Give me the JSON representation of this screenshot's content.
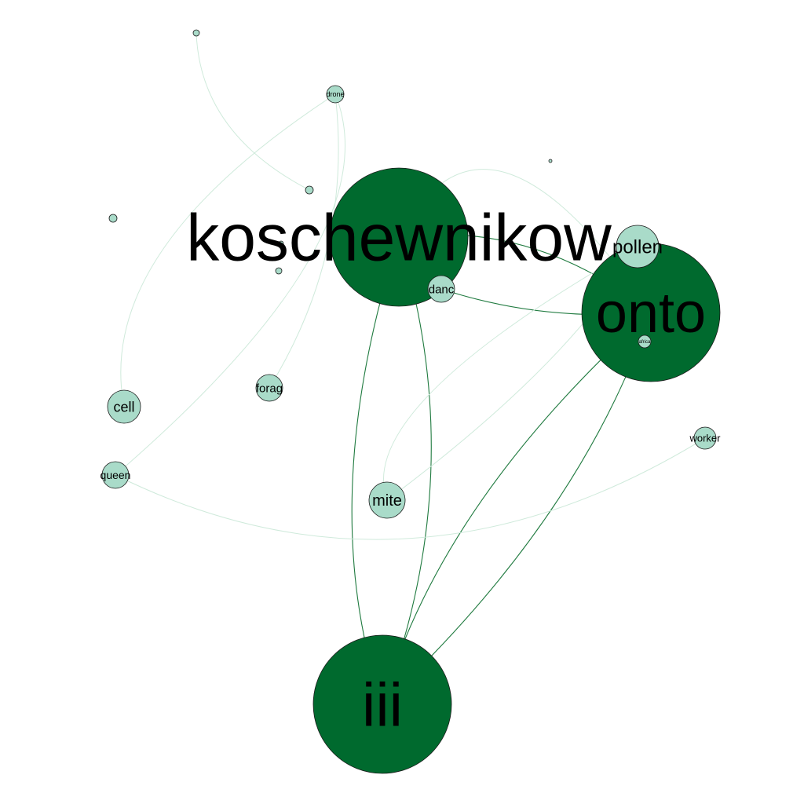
{
  "graph": {
    "colors": {
      "strong_node": "#006a2e",
      "light_node": "#a9dbc9",
      "strong_edge": "#1f7a3f",
      "light_edge": "#cfeadb",
      "label": "#000000"
    },
    "nodes": [
      {
        "id": "koschewnikow",
        "label": "koschewnikow",
        "tier": "strong"
      },
      {
        "id": "onto",
        "label": "onto",
        "tier": "strong"
      },
      {
        "id": "iii",
        "label": "iii",
        "tier": "strong"
      },
      {
        "id": "pollen",
        "label": "pollen",
        "tier": "light"
      },
      {
        "id": "danc",
        "label": "danc",
        "tier": "light"
      },
      {
        "id": "mite",
        "label": "mite",
        "tier": "light"
      },
      {
        "id": "cell",
        "label": "cell",
        "tier": "light"
      },
      {
        "id": "forag",
        "label": "forag",
        "tier": "light"
      },
      {
        "id": "queen",
        "label": "queen",
        "tier": "light"
      },
      {
        "id": "worker",
        "label": "worker",
        "tier": "light"
      },
      {
        "id": "drone",
        "label": "drone",
        "tier": "light"
      },
      {
        "id": "africa",
        "label": "africa",
        "tier": "light"
      },
      {
        "id": "n_top",
        "label": "",
        "tier": "light"
      },
      {
        "id": "n_mid",
        "label": "",
        "tier": "light"
      },
      {
        "id": "n_left",
        "label": "",
        "tier": "light"
      },
      {
        "id": "n_small1",
        "label": "",
        "tier": "light"
      },
      {
        "id": "n_small2",
        "label": "",
        "tier": "light"
      },
      {
        "id": "n_dot",
        "label": "",
        "tier": "light"
      }
    ],
    "edges": [
      {
        "source": "koschewnikow",
        "target": "iii",
        "tier": "strong"
      },
      {
        "source": "koschewnikow",
        "target": "iii",
        "tier": "strong"
      },
      {
        "source": "koschewnikow",
        "target": "onto",
        "tier": "strong"
      },
      {
        "source": "danc",
        "target": "onto",
        "tier": "strong"
      },
      {
        "source": "onto",
        "target": "iii",
        "tier": "strong"
      },
      {
        "source": "onto",
        "target": "iii",
        "tier": "strong"
      },
      {
        "source": "queen",
        "target": "worker",
        "tier": "light"
      },
      {
        "source": "drone",
        "target": "cell",
        "tier": "light"
      },
      {
        "source": "drone",
        "target": "queen",
        "tier": "light"
      },
      {
        "source": "drone",
        "target": "forag",
        "tier": "light"
      },
      {
        "source": "n_top",
        "target": "n_mid",
        "tier": "light"
      },
      {
        "source": "mite",
        "target": "pollen",
        "tier": "light"
      },
      {
        "source": "mite",
        "target": "pollen",
        "tier": "light"
      },
      {
        "source": "koschewnikow",
        "target": "onto",
        "tier": "light"
      }
    ]
  }
}
